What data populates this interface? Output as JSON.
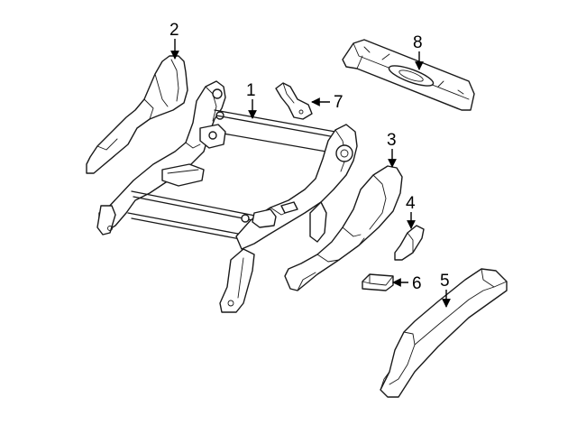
{
  "callouts": [
    {
      "id": "1",
      "label": "1"
    },
    {
      "id": "2",
      "label": "2"
    },
    {
      "id": "3",
      "label": "3"
    },
    {
      "id": "4",
      "label": "4"
    },
    {
      "id": "5",
      "label": "5"
    },
    {
      "id": "6",
      "label": "6"
    },
    {
      "id": "7",
      "label": "7"
    },
    {
      "id": "8",
      "label": "8"
    }
  ],
  "colors": {
    "line": "#1a1a1a",
    "background": "#ffffff",
    "shade": "#c8c8c8"
  }
}
